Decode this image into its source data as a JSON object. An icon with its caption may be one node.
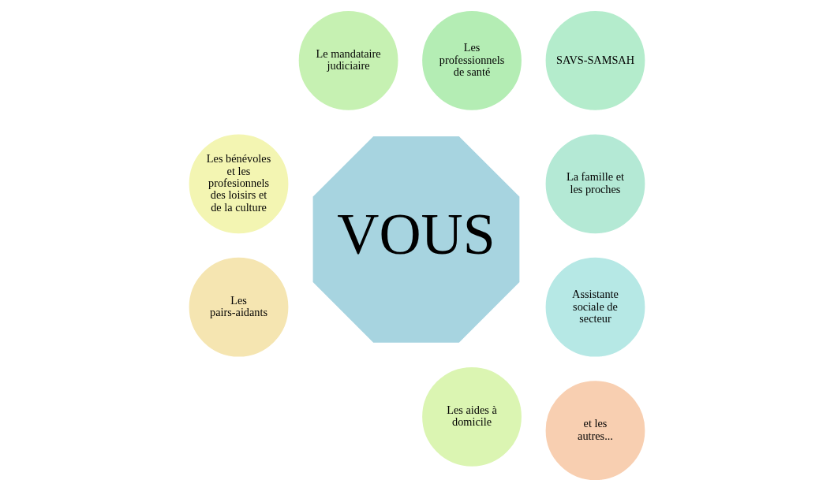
{
  "diagram": {
    "nodes": [
      {
        "text": [
          "VOUS"
        ]
      },
      {
        "text": [
          "Assistante sociale de secteur"
        ]
      },
      {
        "text": [
          "La famille et les proches"
        ]
      },
      {
        "text": [
          "SAVS-SAMSAH"
        ]
      },
      {
        "text": [
          "Les professionnels de santé"
        ]
      },
      {
        "text": [
          "Le mandataire judiciaire"
        ]
      },
      {
        "text": [
          "Les aides à domicile"
        ]
      },
      {
        "text": [
          "Les bénévoles et les profesionnels des loisirs et de la culture"
        ]
      },
      {
        "text": [
          "Les pairs-aidants"
        ]
      },
      {
        "text": [
          "et les autres..."
        ]
      }
    ],
    "edges": []
  }
}
